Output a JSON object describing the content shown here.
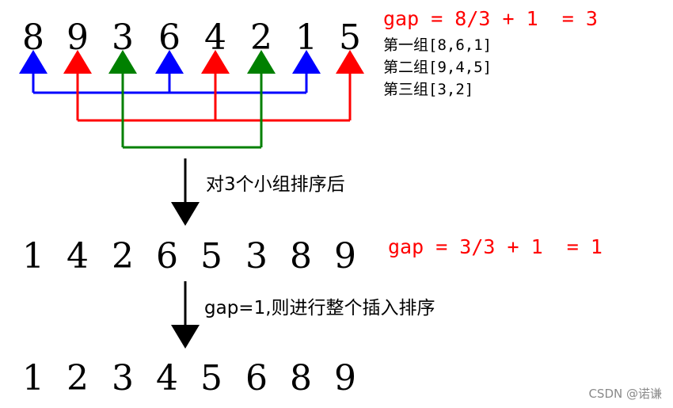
{
  "row1": [
    "8",
    "9",
    "3",
    "6",
    "4",
    "2",
    "1",
    "5"
  ],
  "row2": [
    "1",
    "4",
    "2",
    "6",
    "5",
    "3",
    "8",
    "9"
  ],
  "row3": [
    "1",
    "2",
    "3",
    "4",
    "5",
    "6",
    "8",
    "9"
  ],
  "gap1": "gap = 8/3 + 1  = 3",
  "gap2": "gap = 3/3 + 1  = 1",
  "groups": [
    "第一组[8,6,1]",
    "第二组[9,4,5]",
    "第三组[3,2]"
  ],
  "step1": "对3个小组排序后",
  "step2": "gap=1,则进行整个插入排序",
  "watermark": "CSDN @诺谦",
  "colors": {
    "group1": "#0000ff",
    "group2": "#ff0000",
    "group3": "#008000"
  }
}
